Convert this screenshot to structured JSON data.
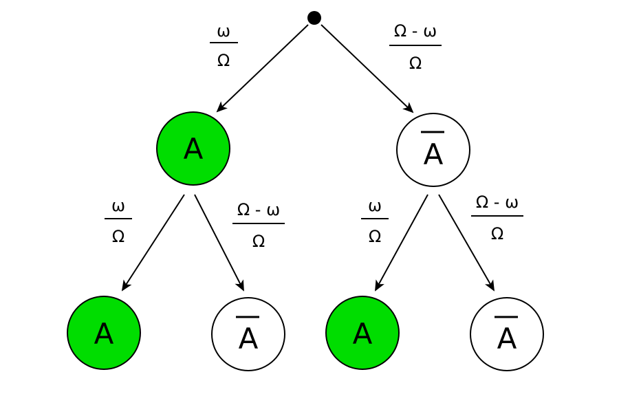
{
  "diagram": {
    "title": "",
    "colors": {
      "event": "#00dd00",
      "complement": "#ffffff",
      "stroke": "#000000"
    },
    "root": {
      "id": "root",
      "type": "dot"
    },
    "nodes": [
      {
        "id": "n1",
        "label": "A",
        "overline": false,
        "kind": "event"
      },
      {
        "id": "n2",
        "label": "A",
        "overline": true,
        "kind": "complement"
      },
      {
        "id": "n3",
        "label": "A",
        "overline": false,
        "kind": "event"
      },
      {
        "id": "n4",
        "label": "A",
        "overline": true,
        "kind": "complement"
      },
      {
        "id": "n5",
        "label": "A",
        "overline": false,
        "kind": "event"
      },
      {
        "id": "n6",
        "label": "A",
        "overline": true,
        "kind": "complement"
      }
    ],
    "edges": [
      {
        "from": "root",
        "to": "n1",
        "numerator": "ω",
        "denominator": "Ω"
      },
      {
        "from": "root",
        "to": "n2",
        "numerator": "Ω - ω",
        "denominator": "Ω"
      },
      {
        "from": "n1",
        "to": "n3",
        "numerator": "ω",
        "denominator": "Ω"
      },
      {
        "from": "n1",
        "to": "n4",
        "numerator": "Ω - ω",
        "denominator": "Ω"
      },
      {
        "from": "n2",
        "to": "n5",
        "numerator": "ω",
        "denominator": "Ω"
      },
      {
        "from": "n2",
        "to": "n6",
        "numerator": "Ω - ω",
        "denominator": "Ω"
      }
    ]
  }
}
